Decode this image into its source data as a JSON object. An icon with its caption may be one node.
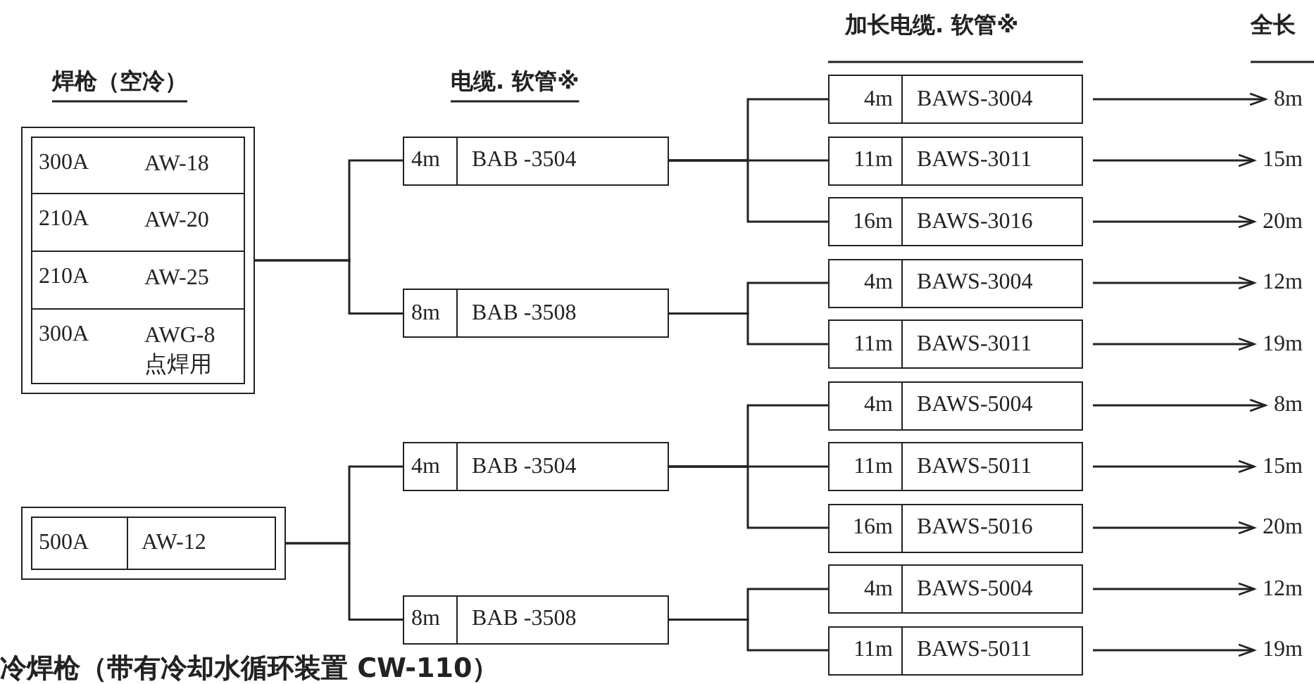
{
  "diagram": {
    "nodes": [
      {
        "text": [],
        "shape": "box"
      },
      {
        "text": [
          "300A",
          "AW-18"
        ],
        "in": 0
      },
      {
        "text": [
          "210A",
          "AW-20"
        ],
        "in": 0
      },
      {
        "text": [
          "210A",
          "AW-25"
        ],
        "in": 0
      },
      {
        "text": [
          "300A",
          "AWG-8 点焊用"
        ],
        "in": 0
      },
      {
        "text": [
          "4m",
          "BAB -3504"
        ]
      },
      {
        "text": [
          "8m",
          "BAB -3508"
        ]
      },
      {
        "text": [
          "4m",
          "BAWS-3004"
        ]
      },
      {
        "text": [
          "11m",
          "BAWS-3011"
        ]
      },
      {
        "text": [
          "16m",
          "BAWS-3016"
        ]
      },
      {
        "text": [
          "4m",
          "BAWS-3004"
        ]
      },
      {
        "text": [
          "11m",
          "BAWS-3011"
        ]
      },
      {
        "text": [
          "8m"
        ]
      },
      {
        "text": [
          "15m"
        ]
      },
      {
        "text": [
          "20m"
        ]
      },
      {
        "text": [
          "12m"
        ]
      },
      {
        "text": [
          "19m"
        ]
      },
      {
        "text": [],
        "shape": "box"
      },
      {
        "text": [
          "500A",
          "AW-12"
        ],
        "in": 17
      },
      {
        "text": [
          "4m",
          "BAB -3504"
        ]
      },
      {
        "text": [
          "8m",
          "BAB -3508"
        ]
      },
      {
        "text": [
          "4m",
          "BAWS-5004"
        ]
      },
      {
        "text": [
          "11m",
          "BAWS-5011"
        ]
      },
      {
        "text": [
          "16m",
          "BAWS-5016"
        ]
      },
      {
        "text": [
          "4m",
          "BAWS-5004"
        ]
      },
      {
        "text": [
          "11m",
          "BAWS-5011"
        ]
      },
      {
        "text": [
          "8m"
        ]
      },
      {
        "text": [
          "15m"
        ]
      },
      {
        "text": [
          "20m"
        ]
      },
      {
        "text": [
          "12m"
        ]
      },
      {
        "text": [
          "19m"
        ]
      }
    ],
    "edges": [
      {
        "from": 0,
        "to": 5,
        "arrow": "none"
      },
      {
        "from": 0,
        "to": 6,
        "arrow": "none"
      },
      {
        "from": 5,
        "to": 7,
        "arrow": "none"
      },
      {
        "from": 5,
        "to": 8,
        "arrow": "none"
      },
      {
        "from": 5,
        "to": 9,
        "arrow": "none"
      },
      {
        "from": 6,
        "to": 10,
        "arrow": "none"
      },
      {
        "from": 6,
        "to": 11,
        "arrow": "none"
      },
      {
        "from": 7,
        "to": 12,
        "arrow": "to"
      },
      {
        "from": 8,
        "to": 13,
        "arrow": "to"
      },
      {
        "from": 9,
        "to": 14,
        "arrow": "to"
      },
      {
        "from": 10,
        "to": 15,
        "arrow": "to"
      },
      {
        "from": 11,
        "to": 16,
        "arrow": "to"
      },
      {
        "from": 17,
        "to": 19,
        "arrow": "none"
      },
      {
        "from": 17,
        "to": 20,
        "arrow": "none"
      },
      {
        "from": 19,
        "to": 21,
        "arrow": "none"
      },
      {
        "from": 19,
        "to": 22,
        "arrow": "none"
      },
      {
        "from": 19,
        "to": 23,
        "arrow": "none"
      },
      {
        "from": 20,
        "to": 24,
        "arrow": "none"
      },
      {
        "from": 20,
        "to": 25,
        "arrow": "none"
      },
      {
        "from": 21,
        "to": 26,
        "arrow": "to"
      },
      {
        "from": 22,
        "to": 27,
        "arrow": "to"
      },
      {
        "from": 23,
        "to": 28,
        "arrow": "to"
      },
      {
        "from": 24,
        "to": 29,
        "arrow": "to"
      },
      {
        "from": 25,
        "to": 30,
        "arrow": "to"
      }
    ],
    "labels": [
      "加长电缆. 软管※",
      "全长",
      "焊枪（空冷）",
      "电缆. 软管※",
      "冷焊枪（带有冷却水循环装置 CW-110）"
    ]
  }
}
